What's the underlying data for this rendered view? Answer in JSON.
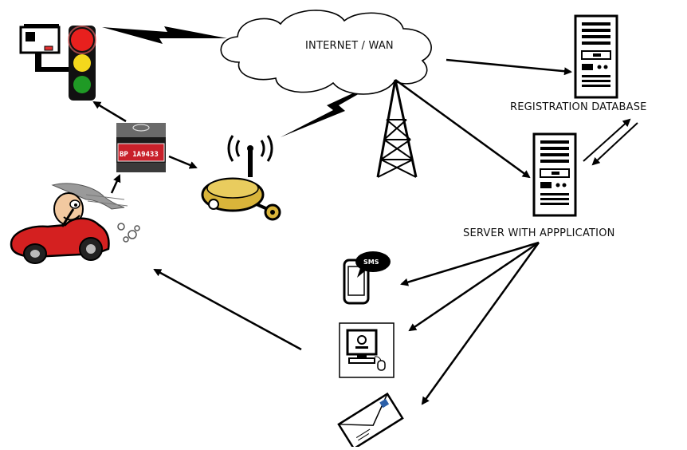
{
  "nodes": {
    "cloud": {
      "label": "INTERNET / WAN"
    },
    "database": {
      "label": "REGISTRATION DATABASE"
    },
    "server": {
      "label": "SERVER WITH APPPLICATION"
    },
    "plate": {
      "text": "BP 1A9433"
    },
    "sms": {
      "text": "SMS"
    }
  },
  "icons": [
    "traffic-camera-icon",
    "traffic-light-icon",
    "license-plate-icon",
    "car-driver-icon",
    "wireless-sensor-icon",
    "cell-tower-icon",
    "database-server-icon",
    "application-server-icon",
    "sms-phone-icon",
    "computer-icon",
    "envelope-icon"
  ],
  "colors": {
    "light_red": "#e8201e",
    "light_yellow": "#f4d81c",
    "light_green": "#1f9a25",
    "car_red": "#d42020",
    "sensor_gold": "#d9b43a",
    "plate_red": "#c8202a"
  }
}
